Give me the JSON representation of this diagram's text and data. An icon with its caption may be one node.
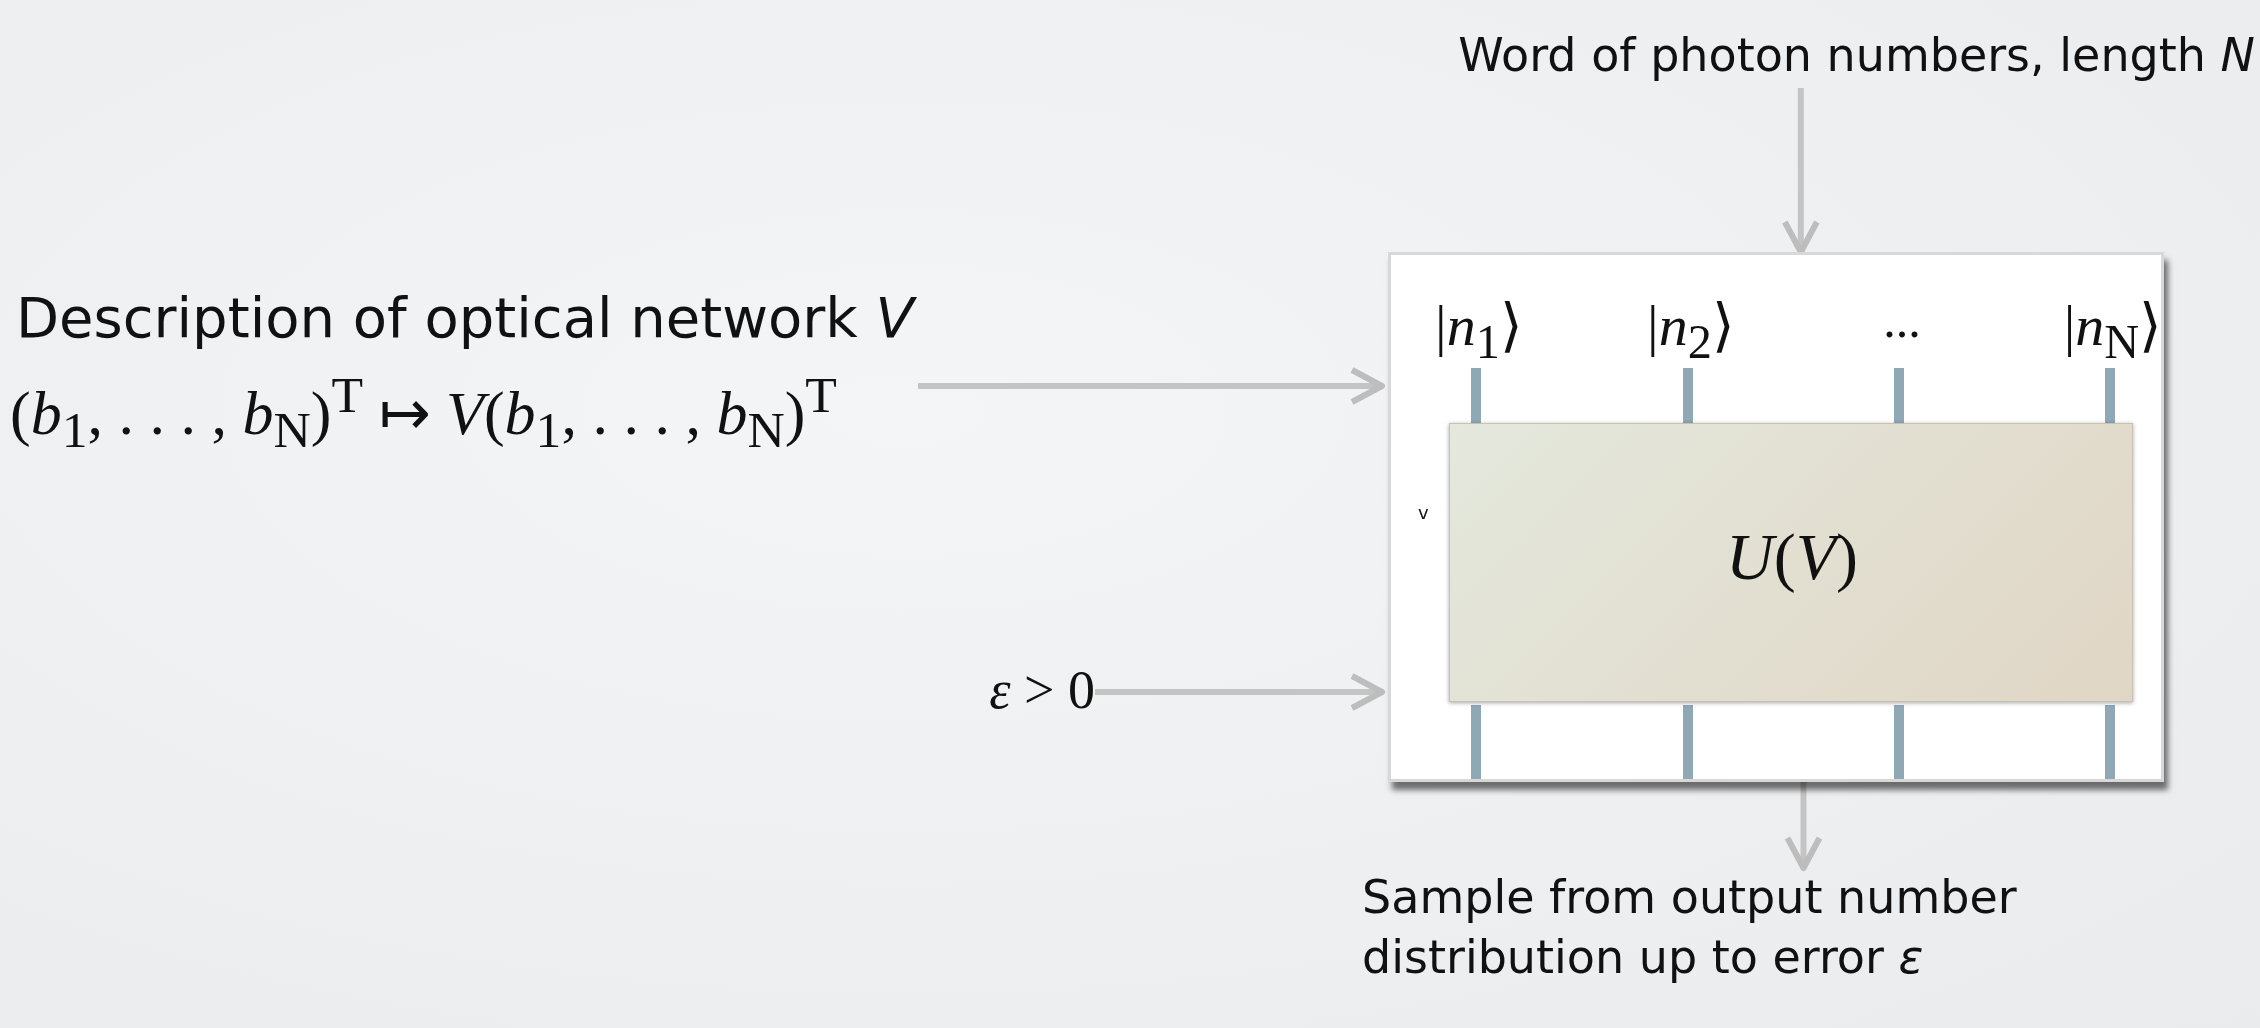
{
  "diagram": {
    "nodes": [
      {
        "text": [
          "Word of photon numbers, length *N*"
        ]
      },
      {
        "text": [
          "Description of optical network  *V*",
          "(*b*$_{1}$, . . . , *b*$_{N}$)$^{T}$ ↦ *V*(*b*$_{1}$, . . . , *b*$_{N}$)$^{T}$"
        ]
      },
      {
        "text": [
          "*ε* > 0"
        ]
      },
      {
        "text": [
          "|*n*$_{1}$⟩",
          "|*n*$_{2}$⟩",
          "...",
          "|*n*$_{N}$⟩"
        ]
      },
      {
        "text": [
          "*U*(*V*)"
        ],
        "in": 3
      },
      {
        "text": [
          "Sample from output number distribution up to error *ε*"
        ]
      }
    ],
    "edges": [
      {
        "from": 0,
        "to": 3,
        "arrow": "to"
      },
      {
        "from": 1,
        "to": 3,
        "arrow": "to"
      },
      {
        "from": 2,
        "to": 3,
        "arrow": "to"
      },
      {
        "from": 3,
        "to": 5,
        "arrow": "to"
      }
    ],
    "labels": [
      "v"
    ]
  }
}
